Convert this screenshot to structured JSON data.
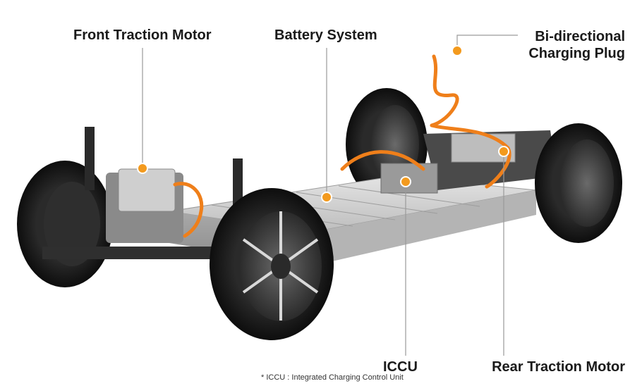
{
  "labels": {
    "front_traction_motor": "Front Traction Motor",
    "battery_system": "Battery System",
    "bidirectional_plug_line1": "Bi-directional",
    "bidirectional_plug_line2": "Charging Plug",
    "iccu": "ICCU",
    "rear_traction_motor": "Rear Traction Motor"
  },
  "footnote": "* ICCU : Integrated Charging Control Unit",
  "colors": {
    "marker": "#f39a1e",
    "leader_line": "#9a9a9a",
    "cable": "#ef7f1a",
    "tire": "#1c1c1c",
    "rim": "#3a3a3a",
    "battery": "#c9c9c9"
  }
}
